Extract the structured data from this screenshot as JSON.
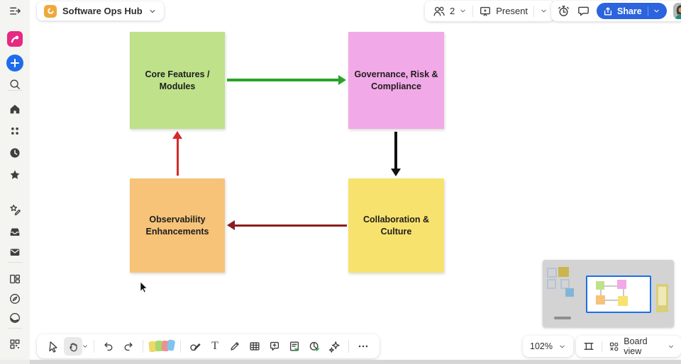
{
  "header": {
    "board": {
      "title": "Software Ops Hub"
    },
    "collaborators": {
      "count": "2"
    },
    "present": {
      "label": "Present"
    },
    "share": {
      "label": "Share"
    }
  },
  "sidebar": {
    "icons": [
      "collapse-sidebar",
      "app-logo",
      "create-new",
      "search",
      "home",
      "apps",
      "recent",
      "starred",
      "templates",
      "inbox",
      "mail",
      "projects",
      "explore",
      "profile",
      "scan-qr"
    ]
  },
  "toolbar": {
    "tools": [
      "select",
      "hand",
      "undo",
      "redo",
      "sticky-note",
      "shapes",
      "text",
      "pen",
      "table",
      "comment",
      "doc-check",
      "chart-check",
      "ai-assist",
      "more"
    ],
    "active_tool": "hand",
    "text_tool_glyph": "T"
  },
  "canvas": {
    "notes": [
      {
        "label": "Core Features / Modules",
        "color": "#bee18a"
      },
      {
        "label": "Governance, Risk & Compliance",
        "color": "#f2a9e7"
      },
      {
        "label": "Observability Enhancements",
        "color": "#f6c379"
      },
      {
        "label": "Collaboration & Culture",
        "color": "#f8e26e"
      }
    ],
    "arrows": [
      {
        "from": "Core Features / Modules",
        "to": "Governance, Risk & Compliance",
        "direction": "right",
        "color": "#28a428"
      },
      {
        "from": "Governance, Risk & Compliance",
        "to": "Collaboration & Culture",
        "direction": "down",
        "color": "#111111"
      },
      {
        "from": "Collaboration & Culture",
        "to": "Observability Enhancements",
        "direction": "left",
        "color": "#8c1d1d"
      },
      {
        "from": "Observability Enhancements",
        "to": "Core Features / Modules",
        "direction": "up",
        "color": "#d32b2b"
      }
    ]
  },
  "view_controls": {
    "zoom_level": "102%",
    "view_mode": "Board view"
  },
  "minimap": {
    "viewport_border": "#1a6ee8"
  },
  "colors": {
    "share_button": "#2b64dd",
    "accent_blue": "#1a6ee8"
  }
}
